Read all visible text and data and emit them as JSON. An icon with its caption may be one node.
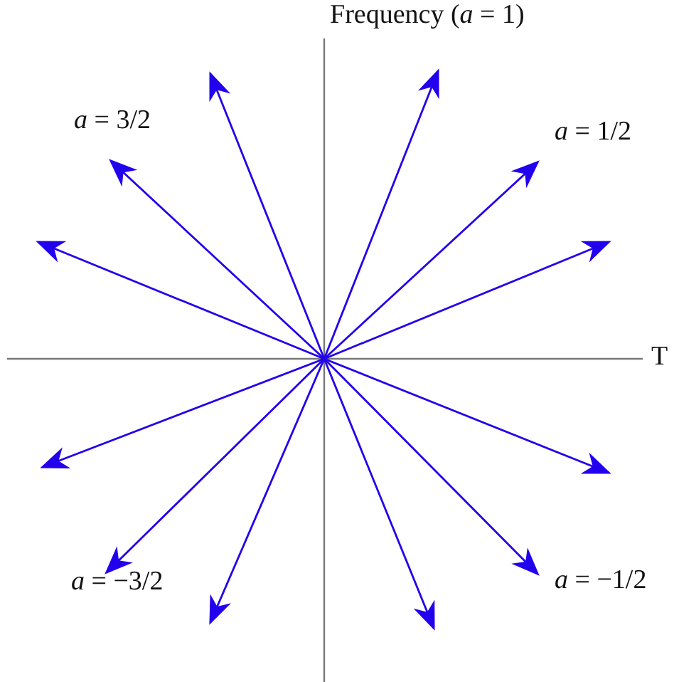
{
  "diagram": {
    "title": "Frequency (*a* = 1)",
    "labels": [
      "*a* = 3/2",
      "*a* = 1/2",
      "T",
      "*a* = −3/2",
      "*a* = −1/2"
    ]
  }
}
